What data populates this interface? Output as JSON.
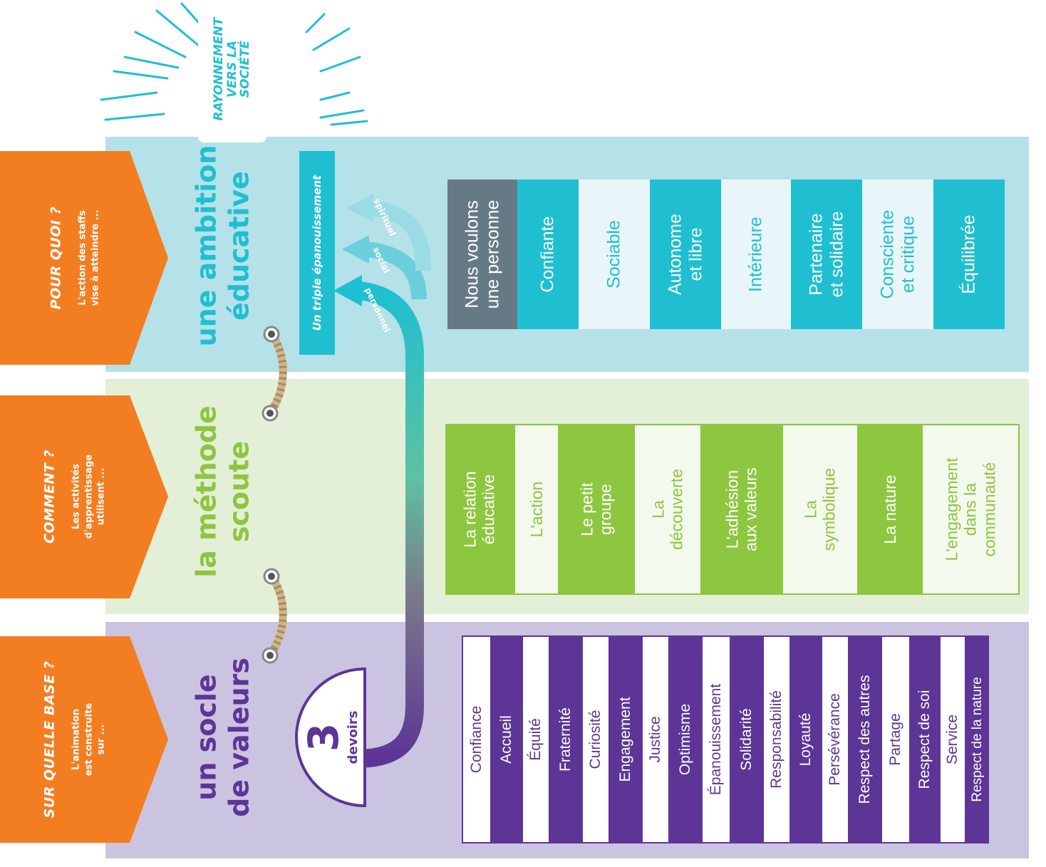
{
  "colors": {
    "orange": "#F37E22",
    "teal": "#1FBFD1",
    "teal_light_band": "#B5E1E8",
    "green": "#8DC63F",
    "green_light_band": "#E3EFD7",
    "purple": "#5D3597",
    "purple_light_band": "#CBC4E0",
    "slate": "#667A86",
    "rope": "#CFB589"
  },
  "questions": [
    {
      "title": "POUR QUOI ?",
      "subtitle_lines": [
        "L'action des staffs",
        "vise à atteindre ..."
      ]
    },
    {
      "title": "COMMENT ?",
      "subtitle_lines": [
        "Les activités",
        "d'apprentissage",
        "utilisent ..."
      ]
    },
    {
      "title": "SUR QUELLE BASE ?",
      "subtitle_lines": [
        "L'animation",
        "est construite",
        "sur ..."
      ]
    }
  ],
  "rayonnement": {
    "lines": [
      "RAYONNEMENT",
      "VERS LA",
      "SOCIÉTÉ"
    ]
  },
  "ambition": {
    "title_lines": [
      "une ambition",
      "éducative"
    ],
    "triple_label": "Un triple épanouissement",
    "arrows": [
      "personnel",
      "social",
      "spirituel"
    ],
    "cells": [
      {
        "lines": [
          "Nous voulons",
          "une personne"
        ],
        "style": "slate"
      },
      {
        "lines": [
          "Confiante"
        ],
        "style": "dark"
      },
      {
        "lines": [
          "Sociable"
        ],
        "style": "light"
      },
      {
        "lines": [
          "Autonome",
          "et libre"
        ],
        "style": "dark"
      },
      {
        "lines": [
          "Intérieure"
        ],
        "style": "light"
      },
      {
        "lines": [
          "Partenaire",
          "et solidaire"
        ],
        "style": "dark"
      },
      {
        "lines": [
          "Consciente",
          "et critique"
        ],
        "style": "light"
      },
      {
        "lines": [
          "Équilibrée"
        ],
        "style": "dark"
      }
    ]
  },
  "methode": {
    "title_lines": [
      "la méthode",
      "scoute"
    ],
    "cells": [
      {
        "lines": [
          "La relation",
          "éducative"
        ],
        "style": "dark"
      },
      {
        "lines": [
          "L'action"
        ],
        "style": "light"
      },
      {
        "lines": [
          "Le petit",
          "groupe"
        ],
        "style": "dark"
      },
      {
        "lines": [
          "La",
          "découverte"
        ],
        "style": "light"
      },
      {
        "lines": [
          "L'adhésion",
          "aux valeurs"
        ],
        "style": "dark"
      },
      {
        "lines": [
          "La",
          "symbolique"
        ],
        "style": "light"
      },
      {
        "lines": [
          "La nature"
        ],
        "style": "dark"
      },
      {
        "lines": [
          "L'engagement",
          "dans la",
          "communauté"
        ],
        "style": "light"
      }
    ]
  },
  "socle": {
    "title_lines": [
      "un socle",
      "de valeurs"
    ],
    "devoirs_number": "3",
    "devoirs_label": "devoirs",
    "cells": [
      {
        "lines": [
          "Confiance"
        ],
        "style": "light"
      },
      {
        "lines": [
          "Accueil"
        ],
        "style": "dark"
      },
      {
        "lines": [
          "Équité"
        ],
        "style": "light"
      },
      {
        "lines": [
          "Fraternité"
        ],
        "style": "dark"
      },
      {
        "lines": [
          "Curiosité"
        ],
        "style": "light"
      },
      {
        "lines": [
          "Engagement"
        ],
        "style": "dark"
      },
      {
        "lines": [
          "Justice"
        ],
        "style": "light"
      },
      {
        "lines": [
          "Optimisme"
        ],
        "style": "dark"
      },
      {
        "lines": [
          "Épanouissement"
        ],
        "style": "light"
      },
      {
        "lines": [
          "Solidarité"
        ],
        "style": "dark"
      },
      {
        "lines": [
          "Responsabilité"
        ],
        "style": "light"
      },
      {
        "lines": [
          "Loyauté"
        ],
        "style": "dark"
      },
      {
        "lines": [
          "Persévérance"
        ],
        "style": "light"
      },
      {
        "lines": [
          "Respect des autres"
        ],
        "style": "dark"
      },
      {
        "lines": [
          "Partage"
        ],
        "style": "light"
      },
      {
        "lines": [
          "Respect de soi"
        ],
        "style": "dark"
      },
      {
        "lines": [
          "Service"
        ],
        "style": "light"
      },
      {
        "lines": [
          "Respect de la nature"
        ],
        "style": "dark"
      }
    ]
  }
}
